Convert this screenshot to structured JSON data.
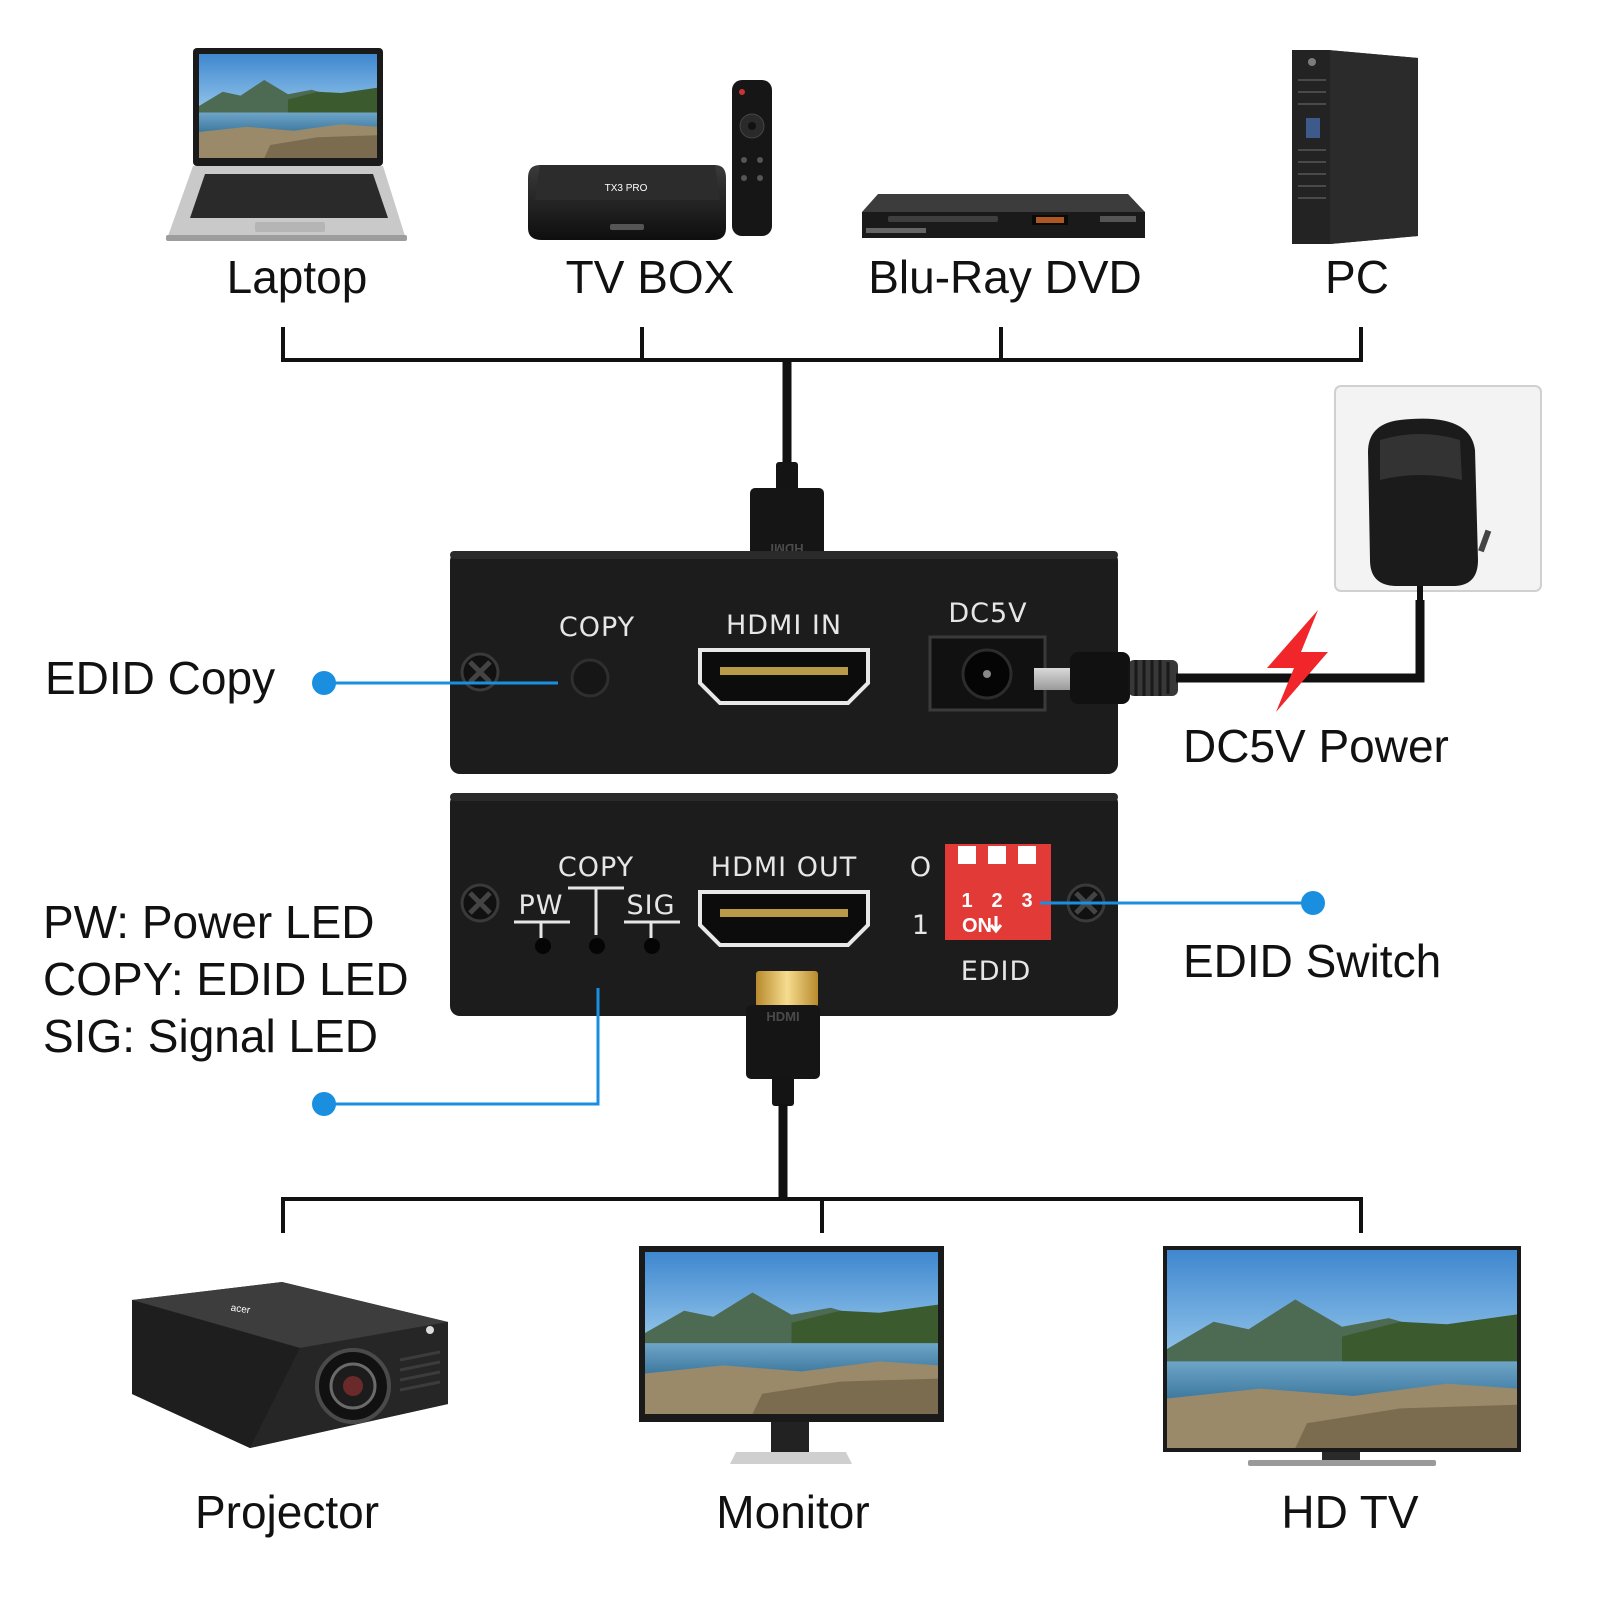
{
  "sources": [
    {
      "label": "Laptop",
      "icon": "laptop-icon"
    },
    {
      "label": "TV BOX",
      "icon": "tv-box-icon"
    },
    {
      "label": "Blu-Ray DVD",
      "icon": "blu-ray-player-icon"
    },
    {
      "label": "PC",
      "icon": "pc-tower-icon"
    }
  ],
  "displays": [
    {
      "label": "Projector",
      "icon": "projector-icon"
    },
    {
      "label": "Monitor",
      "icon": "monitor-icon"
    },
    {
      "label": "HD TV",
      "icon": "hd-tv-icon"
    }
  ],
  "input_panel": {
    "copy_label": "COPY",
    "hdmi_in_label": "HDMI IN",
    "dc_label": "DC5V"
  },
  "output_panel": {
    "copy_label": "COPY",
    "pw_label": "PW",
    "sig_label": "SIG",
    "hdmi_out_label": "HDMI OUT",
    "switch_off_label": "O",
    "switch_on_label": "1",
    "dip_numbers": [
      "1",
      "2",
      "3"
    ],
    "dip_on_label": "ON",
    "edid_label": "EDID"
  },
  "cable_print": "HDMI",
  "device_prints": {
    "tv_box_brand": "TX3 PRO",
    "projector_brand": "acer"
  },
  "callouts": {
    "edid_copy": "EDID Copy",
    "dc_power": "DC5V Power",
    "edid_switch": "EDID Switch",
    "led_legend": [
      "PW: Power LED",
      "COPY: EDID LED",
      "SIG: Signal LED"
    ]
  },
  "colors": {
    "callout_blue": "#1a8fe0",
    "power_red": "#f0262a",
    "dip_red": "#e23a36",
    "panel": "#1c1c1c"
  }
}
